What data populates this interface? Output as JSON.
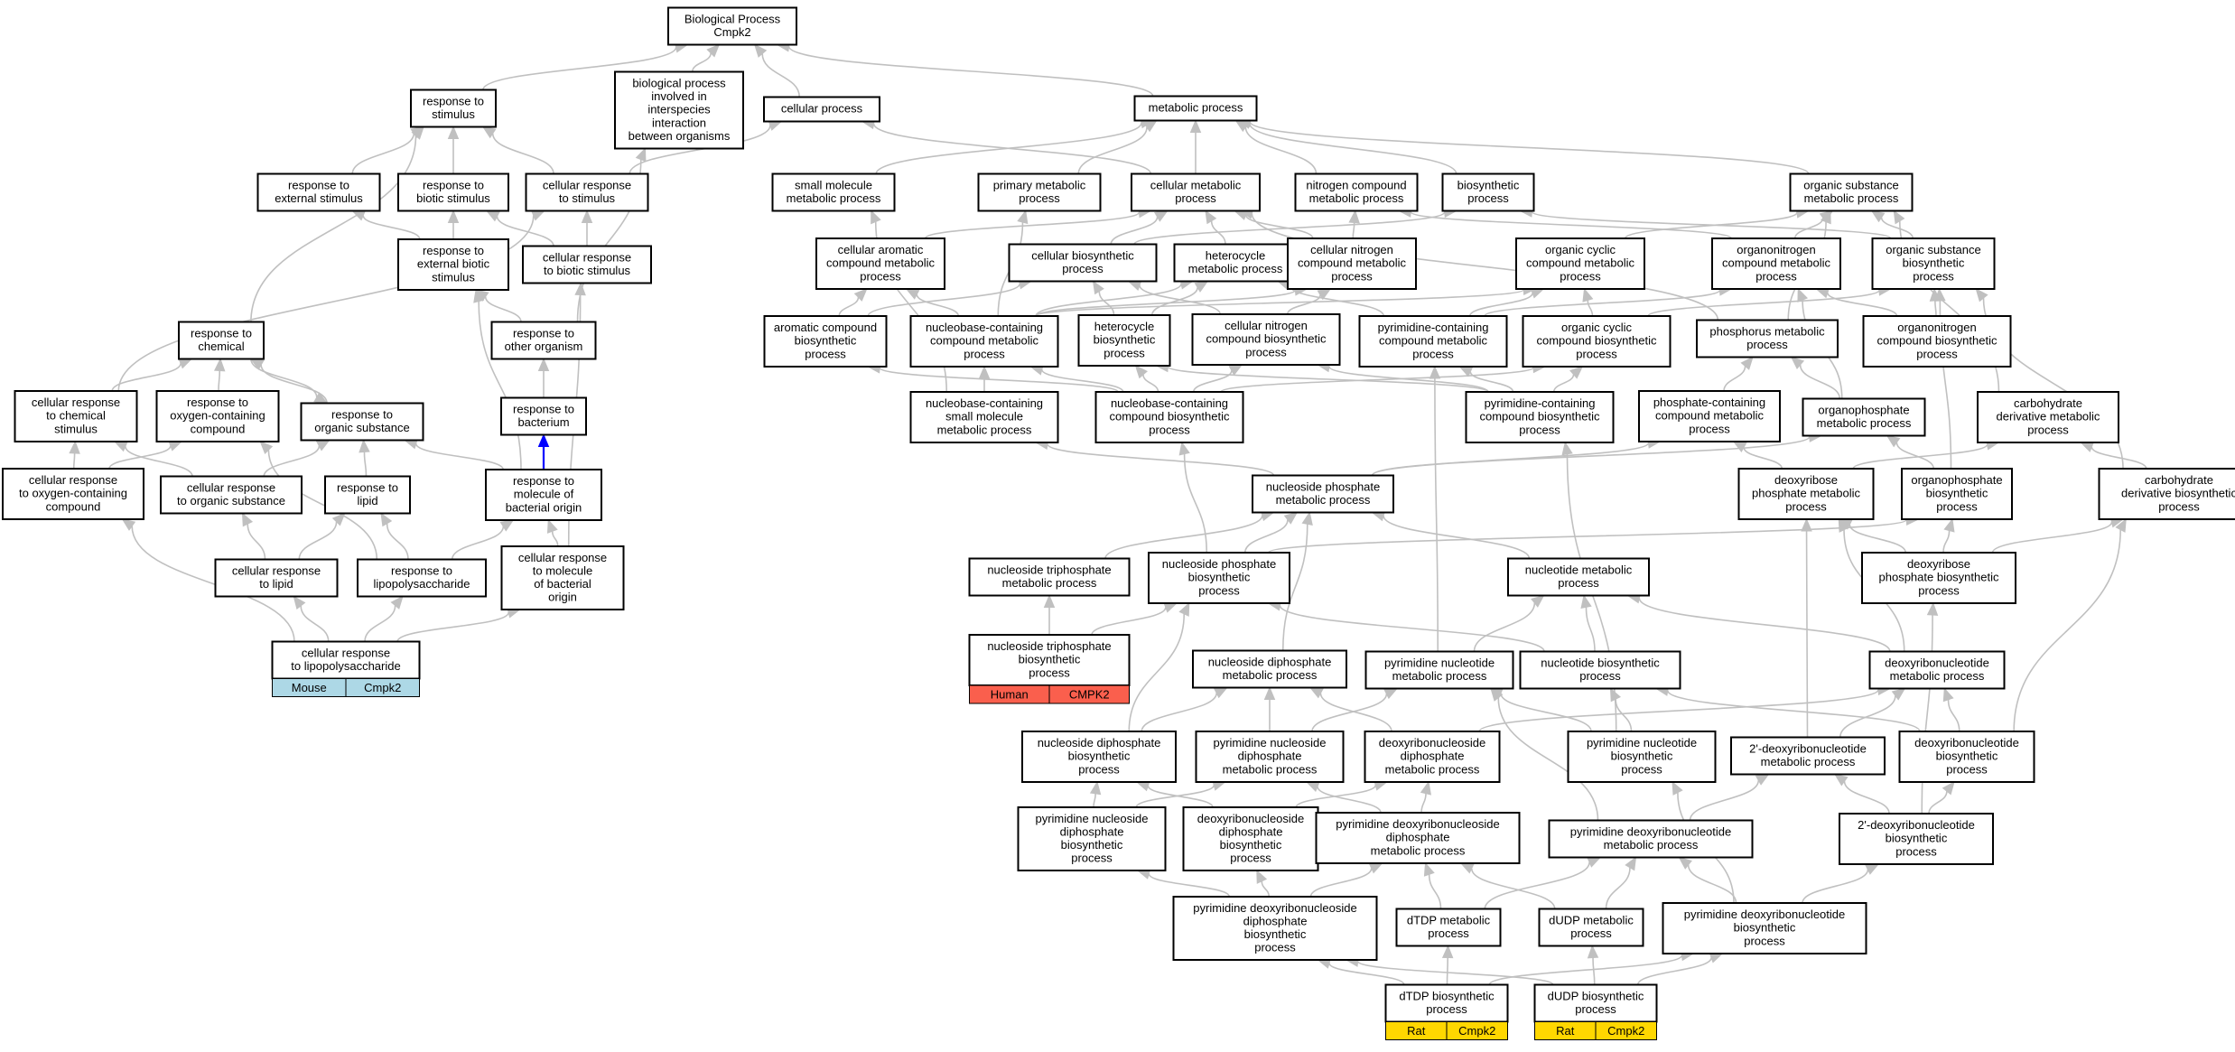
{
  "graph": {
    "colors": {
      "edge": "#c0c0c0",
      "edge_highlight": "#0000ff",
      "mouse_tag": "#add8e6",
      "human_tag": "#fa5f4d",
      "rat_tag": "#ffd700"
    },
    "nodes": [
      {
        "id": "bp",
        "lines": [
          "Biological Process",
          "Cmpk2"
        ]
      },
      {
        "id": "rs",
        "lines": [
          "response to",
          "stimulus"
        ]
      },
      {
        "id": "bpii",
        "lines": [
          "biological process",
          "involved in",
          "interspecies",
          "interaction",
          "between organisms"
        ]
      },
      {
        "id": "cp",
        "lines": [
          "cellular process"
        ]
      },
      {
        "id": "mp",
        "lines": [
          "metabolic process"
        ]
      },
      {
        "id": "res",
        "lines": [
          "response to",
          "external stimulus"
        ]
      },
      {
        "id": "rbs",
        "lines": [
          "response to",
          "biotic stimulus"
        ]
      },
      {
        "id": "crs",
        "lines": [
          "cellular response",
          "to stimulus"
        ]
      },
      {
        "id": "smmp",
        "lines": [
          "small molecule",
          "metabolic process"
        ]
      },
      {
        "id": "pmp",
        "lines": [
          "primary metabolic",
          "process"
        ]
      },
      {
        "id": "cmp",
        "lines": [
          "cellular metabolic",
          "process"
        ]
      },
      {
        "id": "ncmp",
        "lines": [
          "nitrogen compound",
          "metabolic process"
        ]
      },
      {
        "id": "bsp",
        "lines": [
          "biosynthetic",
          "process"
        ]
      },
      {
        "id": "osmp",
        "lines": [
          "organic substance",
          "metabolic process"
        ]
      },
      {
        "id": "rebs",
        "lines": [
          "response to",
          "external biotic",
          "stimulus"
        ]
      },
      {
        "id": "crbs",
        "lines": [
          "cellular response",
          "to biotic stimulus"
        ]
      },
      {
        "id": "cacmp",
        "lines": [
          "cellular aromatic",
          "compound metabolic",
          "process"
        ]
      },
      {
        "id": "cbp",
        "lines": [
          "cellular biosynthetic",
          "process"
        ]
      },
      {
        "id": "hmp",
        "lines": [
          "heterocycle",
          "metabolic process"
        ]
      },
      {
        "id": "cncmp",
        "lines": [
          "cellular nitrogen",
          "compound metabolic",
          "process"
        ]
      },
      {
        "id": "occmp",
        "lines": [
          "organic cyclic",
          "compound metabolic",
          "process"
        ]
      },
      {
        "id": "oncmp",
        "lines": [
          "organonitrogen",
          "compound metabolic",
          "process"
        ]
      },
      {
        "id": "osbp",
        "lines": [
          "organic substance",
          "biosynthetic",
          "process"
        ]
      },
      {
        "id": "rc",
        "lines": [
          "response to",
          "chemical"
        ]
      },
      {
        "id": "rop",
        "lines": [
          "response to",
          "other organism"
        ]
      },
      {
        "id": "acbp",
        "lines": [
          "aromatic compound",
          "biosynthetic",
          "process"
        ]
      },
      {
        "id": "nbccmp",
        "lines": [
          "nucleobase-containing",
          "compound metabolic",
          "process"
        ]
      },
      {
        "id": "hbp",
        "lines": [
          "heterocycle",
          "biosynthetic",
          "process"
        ]
      },
      {
        "id": "cncbp",
        "lines": [
          "cellular nitrogen",
          "compound biosynthetic",
          "process"
        ]
      },
      {
        "id": "pcmp",
        "lines": [
          "pyrimidine-containing",
          "compound metabolic",
          "process"
        ]
      },
      {
        "id": "occbp",
        "lines": [
          "organic cyclic",
          "compound biosynthetic",
          "process"
        ]
      },
      {
        "id": "phmp",
        "lines": [
          "phosphorus metabolic",
          "process"
        ]
      },
      {
        "id": "oncbp",
        "lines": [
          "organonitrogen",
          "compound biosynthetic",
          "process"
        ]
      },
      {
        "id": "crcs",
        "lines": [
          "cellular response",
          "to chemical",
          "stimulus"
        ]
      },
      {
        "id": "rocc",
        "lines": [
          "response to",
          "oxygen-containing",
          "compound"
        ]
      },
      {
        "id": "ros",
        "lines": [
          "response to",
          "organic substance"
        ]
      },
      {
        "id": "rb",
        "lines": [
          "response to",
          "bacterium"
        ]
      },
      {
        "id": "nbcsmmp",
        "lines": [
          "nucleobase-containing",
          "small molecule",
          "metabolic process"
        ]
      },
      {
        "id": "nbccbp",
        "lines": [
          "nucleobase-containing",
          "compound biosynthetic",
          "process"
        ]
      },
      {
        "id": "pcbp",
        "lines": [
          "pyrimidine-containing",
          "compound biosynthetic",
          "process"
        ]
      },
      {
        "id": "phcmp",
        "lines": [
          "phosphate-containing",
          "compound metabolic",
          "process"
        ]
      },
      {
        "id": "opmp",
        "lines": [
          "organophosphate",
          "metabolic process"
        ]
      },
      {
        "id": "cdmp",
        "lines": [
          "carbohydrate",
          "derivative metabolic",
          "process"
        ]
      },
      {
        "id": "croc",
        "lines": [
          "cellular response",
          "to oxygen-containing",
          "compound"
        ]
      },
      {
        "id": "cros",
        "lines": [
          "cellular response",
          "to organic substance"
        ]
      },
      {
        "id": "rl",
        "lines": [
          "response to",
          "lipid"
        ]
      },
      {
        "id": "rmbo",
        "lines": [
          "response to",
          "molecule of",
          "bacterial origin"
        ]
      },
      {
        "id": "npmp",
        "lines": [
          "nucleoside phosphate",
          "metabolic process"
        ]
      },
      {
        "id": "dpmp",
        "lines": [
          "deoxyribose",
          "phosphate metabolic",
          "process"
        ]
      },
      {
        "id": "opbp",
        "lines": [
          "organophosphate",
          "biosynthetic",
          "process"
        ]
      },
      {
        "id": "cdbp",
        "lines": [
          "carbohydrate",
          "derivative biosynthetic",
          "process"
        ]
      },
      {
        "id": "crl",
        "lines": [
          "cellular response",
          "to lipid"
        ]
      },
      {
        "id": "rlps",
        "lines": [
          "response to",
          "lipopolysaccharide"
        ]
      },
      {
        "id": "crmbo",
        "lines": [
          "cellular response",
          "to molecule",
          "of bacterial",
          "origin"
        ]
      },
      {
        "id": "ntmp",
        "lines": [
          "nucleoside triphosphate",
          "metabolic process"
        ]
      },
      {
        "id": "npbp",
        "lines": [
          "nucleoside phosphate",
          "biosynthetic",
          "process"
        ]
      },
      {
        "id": "nmp",
        "lines": [
          "nucleotide metabolic",
          "process"
        ]
      },
      {
        "id": "dpbp",
        "lines": [
          "deoxyribose",
          "phosphate biosynthetic",
          "process"
        ]
      },
      {
        "id": "crlps",
        "lines": [
          "cellular response",
          "to lipopolysaccharide"
        ]
      },
      {
        "id": "ntbp",
        "lines": [
          "nucleoside triphosphate",
          "biosynthetic",
          "process"
        ]
      },
      {
        "id": "ndmp",
        "lines": [
          "nucleoside diphosphate",
          "metabolic process"
        ]
      },
      {
        "id": "pnmp",
        "lines": [
          "pyrimidine nucleotide",
          "metabolic process"
        ]
      },
      {
        "id": "nbsp",
        "lines": [
          "nucleotide biosynthetic",
          "process"
        ]
      },
      {
        "id": "drnmp",
        "lines": [
          "deoxyribonucleotide",
          "metabolic process"
        ]
      },
      {
        "id": "ndbp",
        "lines": [
          "nucleoside diphosphate",
          "biosynthetic",
          "process"
        ]
      },
      {
        "id": "pndmp",
        "lines": [
          "pyrimidine nucleoside",
          "diphosphate",
          "metabolic process"
        ]
      },
      {
        "id": "drndmp",
        "lines": [
          "deoxyribonucleoside",
          "diphosphate",
          "metabolic process"
        ]
      },
      {
        "id": "pnbp",
        "lines": [
          "pyrimidine nucleotide",
          "biosynthetic",
          "process"
        ]
      },
      {
        "id": "ddrnmp",
        "lines": [
          "2'-deoxyribonucleotide",
          "metabolic process"
        ]
      },
      {
        "id": "drnbp",
        "lines": [
          "deoxyribonucleotide",
          "biosynthetic",
          "process"
        ]
      },
      {
        "id": "pndbp",
        "lines": [
          "pyrimidine nucleoside",
          "diphosphate",
          "biosynthetic",
          "process"
        ]
      },
      {
        "id": "drndbp",
        "lines": [
          "deoxyribonucleoside",
          "diphosphate",
          "biosynthetic",
          "process"
        ]
      },
      {
        "id": "pdndmp",
        "lines": [
          "pyrimidine deoxyribonucleoside",
          "diphosphate",
          "metabolic process"
        ]
      },
      {
        "id": "pdnmp",
        "lines": [
          "pyrimidine deoxyribonucleotide",
          "metabolic process"
        ]
      },
      {
        "id": "ddrnbp",
        "lines": [
          "2'-deoxyribonucleotide",
          "biosynthetic",
          "process"
        ]
      },
      {
        "id": "pdndbp",
        "lines": [
          "pyrimidine deoxyribonucleoside",
          "diphosphate",
          "biosynthetic",
          "process"
        ]
      },
      {
        "id": "dtdpmp",
        "lines": [
          "dTDP metabolic",
          "process"
        ]
      },
      {
        "id": "dudpmp",
        "lines": [
          "dUDP metabolic",
          "process"
        ]
      },
      {
        "id": "pdnbp",
        "lines": [
          "pyrimidine deoxyribonucleotide",
          "biosynthetic",
          "process"
        ]
      },
      {
        "id": "dtdpbp",
        "lines": [
          "dTDP biosynthetic",
          "process"
        ]
      },
      {
        "id": "dudpbp",
        "lines": [
          "dUDP biosynthetic",
          "process"
        ]
      }
    ],
    "tags": [
      {
        "node": "crlps",
        "species": "Mouse",
        "gene": "Cmpk2",
        "color": "#add8e6"
      },
      {
        "node": "ntbp",
        "species": "Human",
        "gene": "CMPK2",
        "color": "#fa5f4d"
      },
      {
        "node": "dtdpbp",
        "species": "Rat",
        "gene": "Cmpk2",
        "color": "#ffd700"
      },
      {
        "node": "dudpbp",
        "species": "Rat",
        "gene": "Cmpk2",
        "color": "#ffd700"
      }
    ],
    "edges": [
      [
        "rs",
        "bp"
      ],
      [
        "bpii",
        "bp"
      ],
      [
        "cp",
        "bp"
      ],
      [
        "mp",
        "bp"
      ],
      [
        "res",
        "rs"
      ],
      [
        "rbs",
        "rs"
      ],
      [
        "crs",
        "rs"
      ],
      [
        "rc",
        "rs"
      ],
      [
        "crs",
        "cp"
      ],
      [
        "cmp",
        "cp"
      ],
      [
        "smmp",
        "mp"
      ],
      [
        "pmp",
        "mp"
      ],
      [
        "cmp",
        "mp"
      ],
      [
        "ncmp",
        "mp"
      ],
      [
        "bsp",
        "mp"
      ],
      [
        "osmp",
        "mp"
      ],
      [
        "rebs",
        "res"
      ],
      [
        "rebs",
        "rbs"
      ],
      [
        "crbs",
        "rbs"
      ],
      [
        "crbs",
        "crs"
      ],
      [
        "crcs",
        "crs"
      ],
      [
        "cacmp",
        "cmp"
      ],
      [
        "cbp",
        "cmp"
      ],
      [
        "hmp",
        "cmp"
      ],
      [
        "cncmp",
        "cmp"
      ],
      [
        "occmp",
        "osmp"
      ],
      [
        "oncmp",
        "osmp"
      ],
      [
        "osbp",
        "osmp"
      ],
      [
        "cbp",
        "bsp"
      ],
      [
        "osbp",
        "bsp"
      ],
      [
        "cncmp",
        "ncmp"
      ],
      [
        "oncmp",
        "ncmp"
      ],
      [
        "phmp",
        "cmp"
      ],
      [
        "rop",
        "rebs"
      ],
      [
        "rop",
        "bpii"
      ],
      [
        "rmbo",
        "rebs"
      ],
      [
        "crmbo",
        "crbs"
      ],
      [
        "rc",
        "ros"
      ],
      [
        "acbp",
        "cacmp"
      ],
      [
        "acbp",
        "cbp"
      ],
      [
        "nbccmp",
        "cacmp"
      ],
      [
        "nbccmp",
        "hmp"
      ],
      [
        "nbccmp",
        "cncmp"
      ],
      [
        "nbccmp",
        "occmp"
      ],
      [
        "nbccmp",
        "pmp"
      ],
      [
        "hbp",
        "hmp"
      ],
      [
        "hbp",
        "cbp"
      ],
      [
        "cncbp",
        "cncmp"
      ],
      [
        "cncbp",
        "cbp"
      ],
      [
        "pcmp",
        "hmp"
      ],
      [
        "pcmp",
        "occmp"
      ],
      [
        "pcmp",
        "oncmp"
      ],
      [
        "occbp",
        "occmp"
      ],
      [
        "occbp",
        "osbp"
      ],
      [
        "phmp",
        "osmp"
      ],
      [
        "oncbp",
        "oncmp"
      ],
      [
        "oncbp",
        "osbp"
      ],
      [
        "crcs",
        "rc"
      ],
      [
        "rocc",
        "rc"
      ],
      [
        "ros",
        "rc"
      ],
      [
        "rb",
        "rop"
      ],
      [
        "nbcsmmp",
        "nbccmp"
      ],
      [
        "nbcsmmp",
        "smmp"
      ],
      [
        "nbccbp",
        "acbp"
      ],
      [
        "nbccbp",
        "nbccmp"
      ],
      [
        "nbccbp",
        "hbp"
      ],
      [
        "nbccbp",
        "cncbp"
      ],
      [
        "nbccbp",
        "occbp"
      ],
      [
        "pcbp",
        "pcmp"
      ],
      [
        "pcbp",
        "hbp"
      ],
      [
        "pcbp",
        "occbp"
      ],
      [
        "pcbp",
        "cncbp"
      ],
      [
        "phcmp",
        "phmp"
      ],
      [
        "opmp",
        "phmp"
      ],
      [
        "opmp",
        "oncmp"
      ],
      [
        "cdmp",
        "osmp"
      ],
      [
        "croc",
        "rocc"
      ],
      [
        "croc",
        "crcs"
      ],
      [
        "cros",
        "ros"
      ],
      [
        "cros",
        "crcs"
      ],
      [
        "rl",
        "ros"
      ],
      [
        "rmbo",
        "ros"
      ],
      [
        "npmp",
        "nbcsmmp"
      ],
      [
        "npmp",
        "phcmp"
      ],
      [
        "npmp",
        "opmp"
      ],
      [
        "dpmp",
        "phcmp"
      ],
      [
        "dpmp",
        "cdmp"
      ],
      [
        "opbp",
        "opmp"
      ],
      [
        "opbp",
        "osbp"
      ],
      [
        "cdbp",
        "cdmp"
      ],
      [
        "cdbp",
        "osbp"
      ],
      [
        "crl",
        "rl"
      ],
      [
        "crl",
        "cros"
      ],
      [
        "rlps",
        "rl"
      ],
      [
        "rlps",
        "rocc"
      ],
      [
        "rlps",
        "rmbo"
      ],
      [
        "crmbo",
        "rmbo"
      ],
      [
        "ntmp",
        "npmp"
      ],
      [
        "npbp",
        "npmp"
      ],
      [
        "npbp",
        "nbccbp"
      ],
      [
        "npbp",
        "opbp"
      ],
      [
        "nmp",
        "npmp"
      ],
      [
        "dpbp",
        "dpmp"
      ],
      [
        "dpbp",
        "opbp"
      ],
      [
        "dpbp",
        "cdbp"
      ],
      [
        "crlps",
        "croc"
      ],
      [
        "crlps",
        "crl"
      ],
      [
        "crlps",
        "rlps"
      ],
      [
        "crlps",
        "crmbo"
      ],
      [
        "ntbp",
        "ntmp"
      ],
      [
        "ntbp",
        "npbp"
      ],
      [
        "ndmp",
        "npmp"
      ],
      [
        "pnmp",
        "nmp"
      ],
      [
        "pnmp",
        "pcmp"
      ],
      [
        "nbsp",
        "nmp"
      ],
      [
        "nbsp",
        "npbp"
      ],
      [
        "drnmp",
        "nmp"
      ],
      [
        "drnmp",
        "dpmp"
      ],
      [
        "ndbp",
        "ndmp"
      ],
      [
        "ndbp",
        "npbp"
      ],
      [
        "pndmp",
        "ndmp"
      ],
      [
        "pndmp",
        "pnmp"
      ],
      [
        "drndmp",
        "ndmp"
      ],
      [
        "drndmp",
        "drnmp"
      ],
      [
        "pnbp",
        "pnmp"
      ],
      [
        "pnbp",
        "nbsp"
      ],
      [
        "pnbp",
        "pcbp"
      ],
      [
        "ddrnmp",
        "drnmp"
      ],
      [
        "ddrnmp",
        "dpmp"
      ],
      [
        "drnbp",
        "drnmp"
      ],
      [
        "drnbp",
        "nbsp"
      ],
      [
        "drnbp",
        "cdbp"
      ],
      [
        "pndbp",
        "ndbp"
      ],
      [
        "pndbp",
        "pndmp"
      ],
      [
        "drndbp",
        "ndbp"
      ],
      [
        "drndbp",
        "drndmp"
      ],
      [
        "pdndmp",
        "pndmp"
      ],
      [
        "pdndmp",
        "drndmp"
      ],
      [
        "pdnmp",
        "pnmp"
      ],
      [
        "pdnmp",
        "ddrnmp"
      ],
      [
        "ddrnbp",
        "ddrnmp"
      ],
      [
        "ddrnbp",
        "drnbp"
      ],
      [
        "ddrnbp",
        "dpbp"
      ],
      [
        "pdndbp",
        "pndbp"
      ],
      [
        "pdndbp",
        "drndbp"
      ],
      [
        "pdndbp",
        "pdndmp"
      ],
      [
        "dtdpmp",
        "pdndmp"
      ],
      [
        "dtdpmp",
        "pdnmp"
      ],
      [
        "dudpmp",
        "pdndmp"
      ],
      [
        "dudpmp",
        "pdnmp"
      ],
      [
        "pdnbp",
        "pdnmp"
      ],
      [
        "pdnbp",
        "ddrnbp"
      ],
      [
        "pdnbp",
        "pnbp"
      ],
      [
        "dtdpbp",
        "dtdpmp"
      ],
      [
        "dtdpbp",
        "pdndbp"
      ],
      [
        "dtdpbp",
        "pdnbp"
      ],
      [
        "dudpbp",
        "dudpmp"
      ],
      [
        "dudpbp",
        "pdndbp"
      ],
      [
        "dudpbp",
        "pdnbp"
      ]
    ],
    "highlight_edges": [
      [
        "rmbo",
        "rb"
      ]
    ]
  }
}
